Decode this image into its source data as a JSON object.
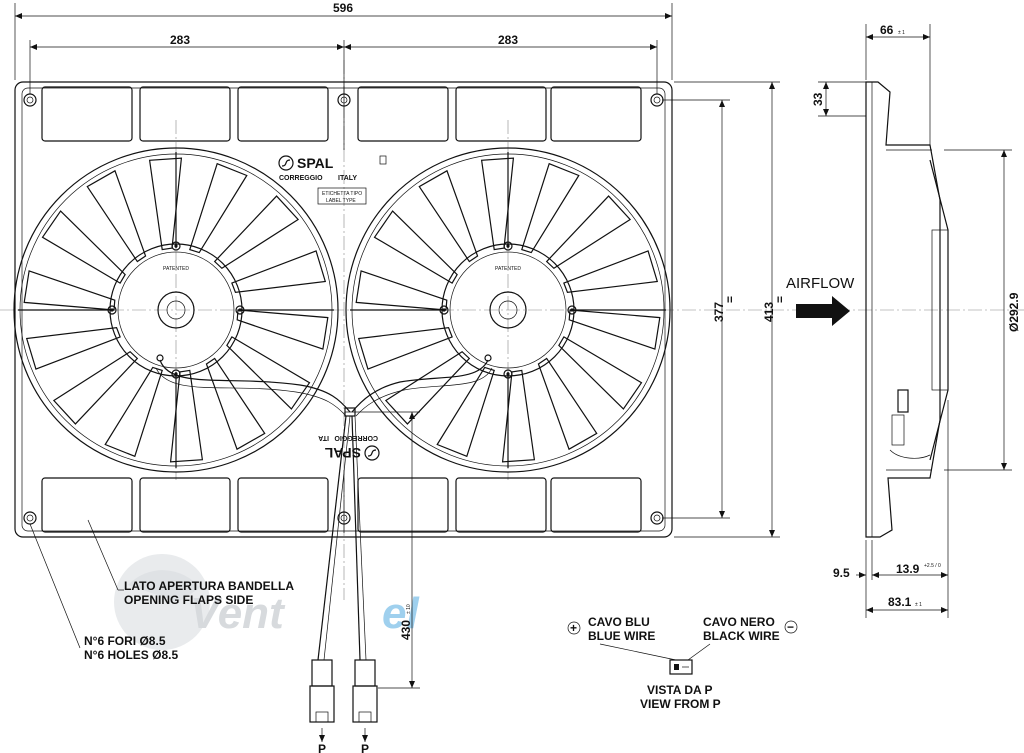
{
  "dimensions": {
    "overall_width": "596",
    "half_width_left": "283",
    "half_width_right": "283",
    "height_377": "377",
    "height_413": "413",
    "cable_length": "430",
    "cable_length_tol": "± 10",
    "depth_66": "66",
    "depth_66_tol": "± 1",
    "side_33": "33",
    "diameter": "Ø292.9",
    "offset_9_5": "9.5",
    "depth_13_9": "13.9",
    "depth_13_9_tol": "+2.5 / 0",
    "depth_83_1": "83.1",
    "depth_83_1_tol": "± 1",
    "equal_mark": "="
  },
  "labels": {
    "airflow": "AIRFLOW",
    "flaps_it": "LATO APERTURA BANDELLA",
    "flaps_en": "OPENING FLAPS SIDE",
    "holes_it": "N°6 FORI Ø8.5",
    "holes_en": "N°6 HOLES Ø8.5",
    "blue_it": "CAVO BLU",
    "blue_en": "BLUE WIRE",
    "black_it": "CAVO NERO",
    "black_en": "BLACK WIRE",
    "view_it": "VISTA DA P",
    "view_en": "VIEW FROM P",
    "plus": "+",
    "minus": "−",
    "connector_p_left": "P",
    "connector_p_right": "P"
  },
  "brand": {
    "name": "SPAL",
    "city": "CORREGGIO",
    "country": "ITALY",
    "city_rotated": "CORREGGIO",
    "country_rotated": "ITA",
    "label_it": "ETICHETTA TIPO",
    "label_en": "LABEL TYPE",
    "patented": "PATENTED"
  },
  "watermark": {
    "part1": "Vent",
    "part2": "el"
  }
}
